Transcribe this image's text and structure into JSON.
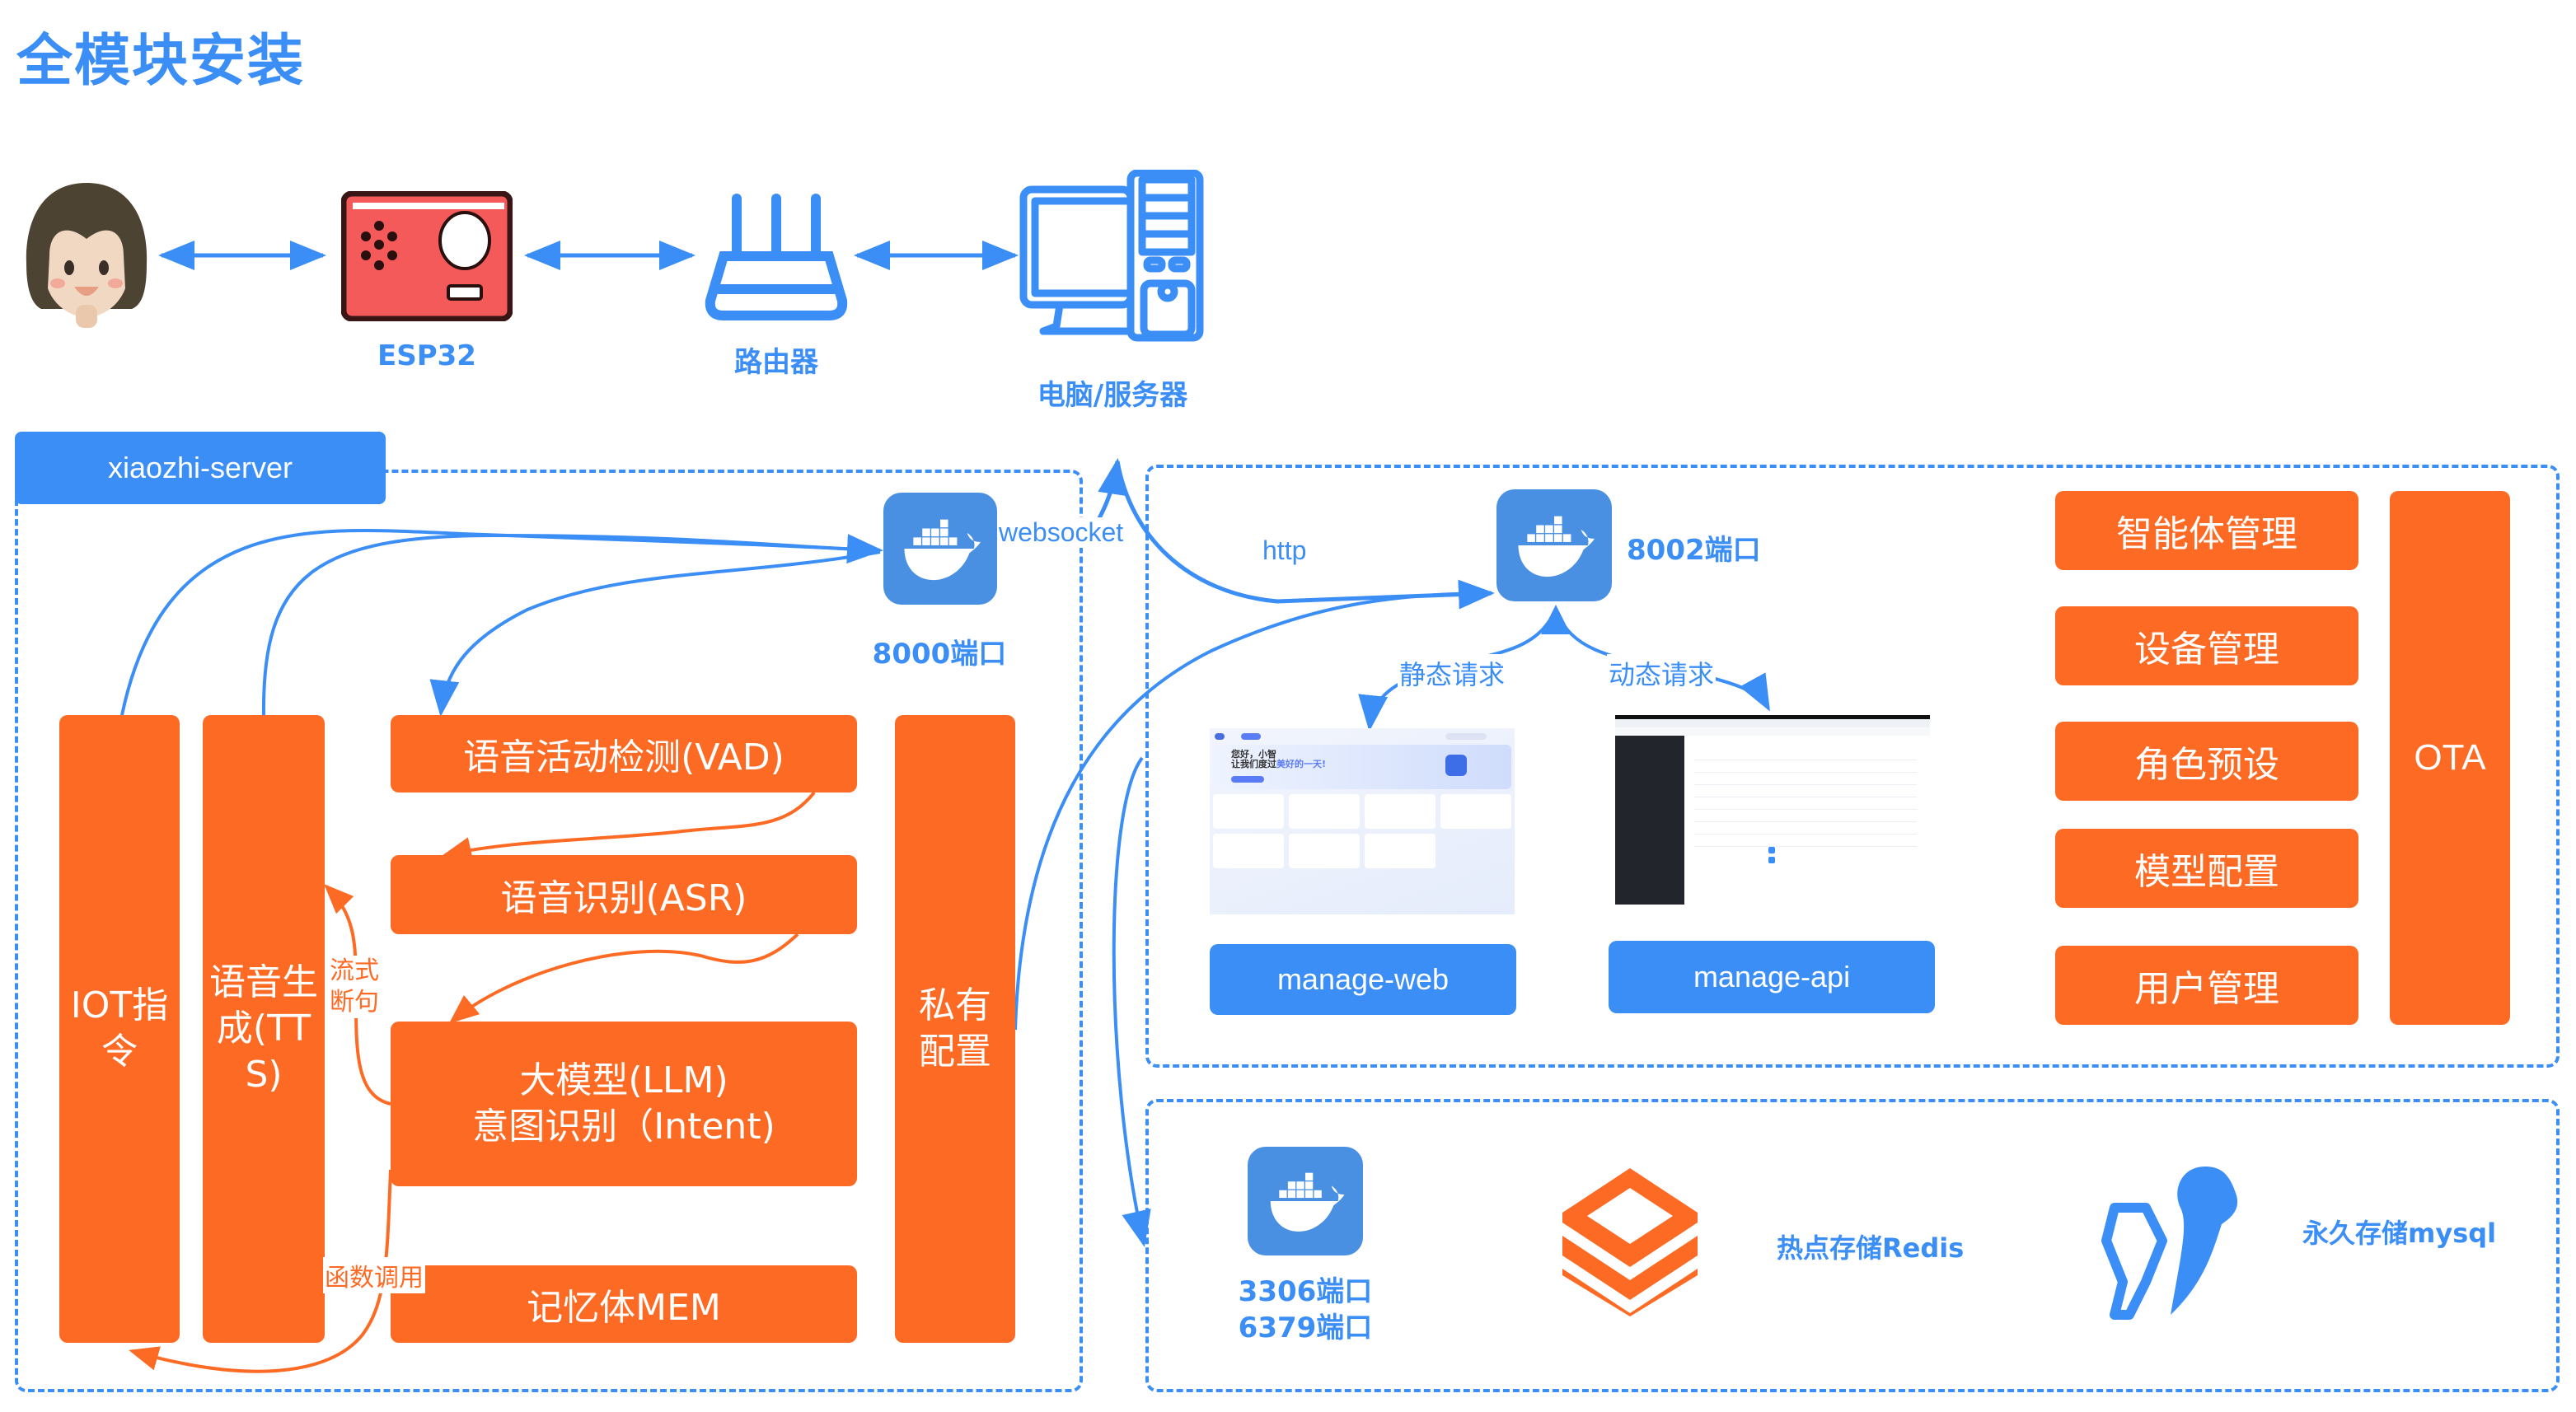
{
  "title": "全模块安装",
  "top_flow": {
    "user": {
      "icon": "user-avatar-icon"
    },
    "esp32": {
      "label": "ESP32",
      "icon": "esp32-device-icon"
    },
    "router": {
      "label": "路由器",
      "icon": "router-icon"
    },
    "computer": {
      "label": "电脑/服务器",
      "icon": "computer-server-icon"
    }
  },
  "xiaozhi_server": {
    "label": "xiaozhi-server",
    "docker_port_label": "8000端口",
    "modules": {
      "iot": "IOT指令",
      "tts": "语音生成(TTS)",
      "vad": "语音活动检测(VAD)",
      "asr": "语音识别(ASR)",
      "llm_line1": "大模型(LLM)",
      "llm_line2": "意图识别（Intent)",
      "mem": "记忆体MEM",
      "private_config": "私有配置"
    },
    "edge_labels": {
      "stream_break": "流式断句",
      "function_call": "函数调用"
    }
  },
  "connections": {
    "websocket": "websocket",
    "http": "http"
  },
  "manager": {
    "docker_port_label": "8002端口",
    "static_request": "静态请求",
    "dynamic_request": "动态请求",
    "web_label": "manage-web",
    "api_label": "manage-api",
    "web_thumb": {
      "greeting_line1": "您好，小智",
      "greeting_line2a": "让我们度过",
      "greeting_line2b": "美好的一天!"
    },
    "modules": [
      "智能体管理",
      "设备管理",
      "角色预设",
      "模型配置",
      "用户管理"
    ],
    "ota": "OTA"
  },
  "storage": {
    "docker_ports": [
      "3306端口",
      "6379端口"
    ],
    "redis_label": "热点存储Redis",
    "mysql_label": "永久存储mysql"
  },
  "colors": {
    "accent_blue": "#3b8ef5",
    "module_orange": "#fd6a24",
    "docker_blue": "#4a90e2",
    "esp32_red": "#f55a5a"
  }
}
